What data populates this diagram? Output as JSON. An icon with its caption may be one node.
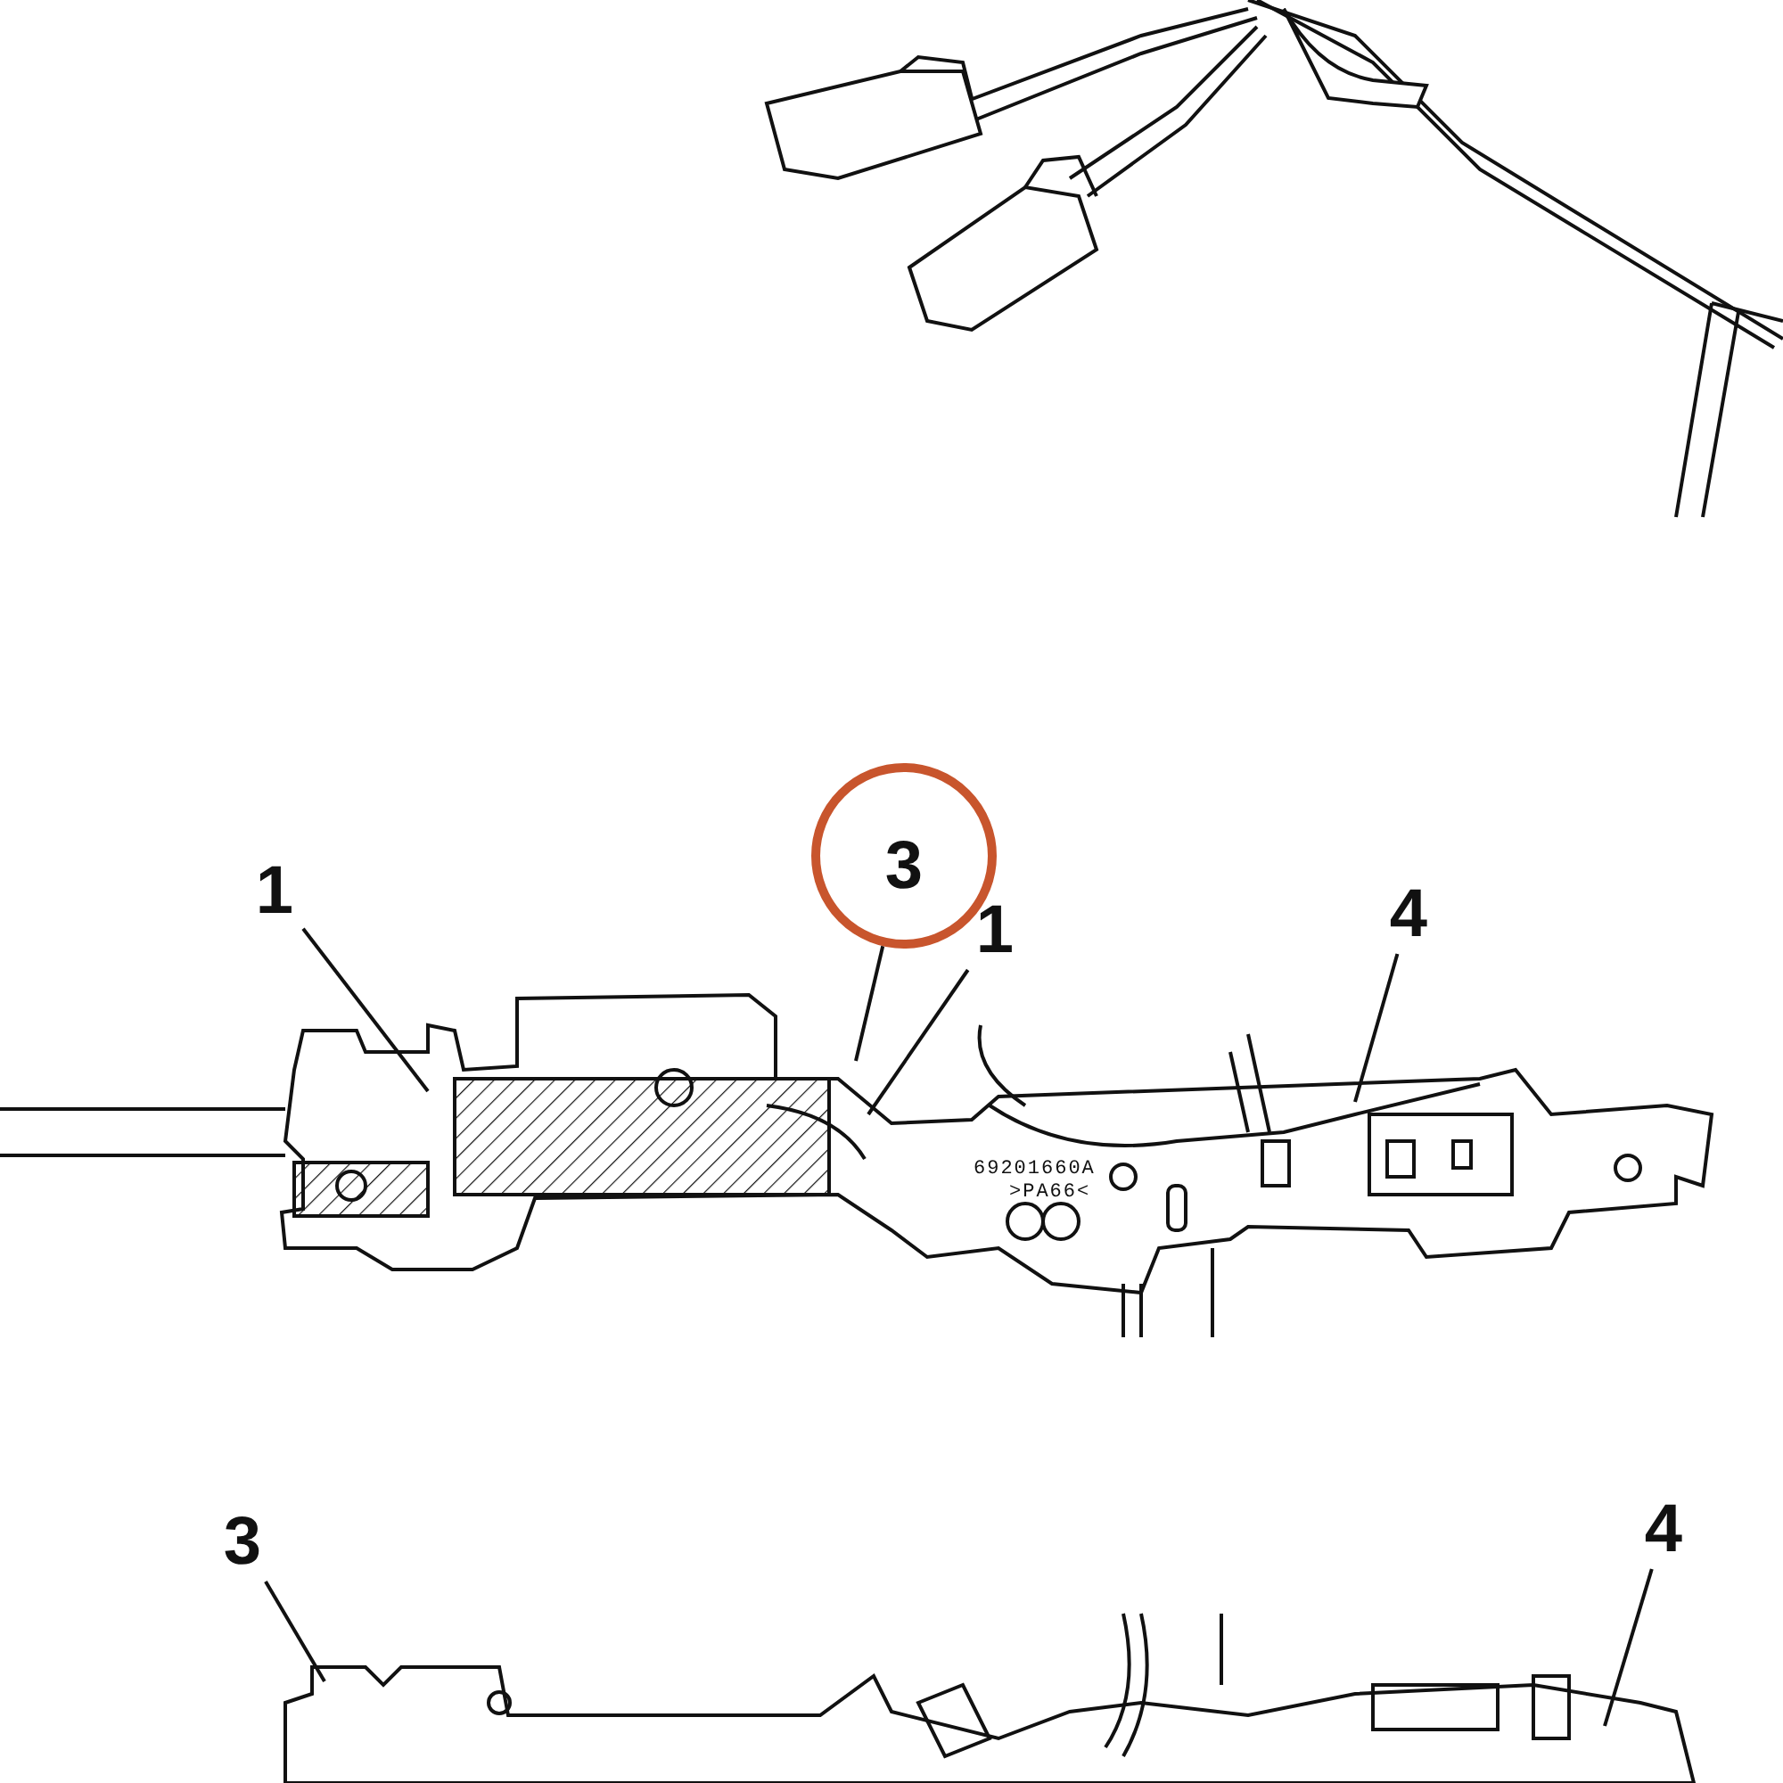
{
  "diagram": {
    "nodes": [
      {
        "text": [
          "1"
        ]
      },
      {
        "text": [
          "3"
        ]
      },
      {
        "text": [
          "1"
        ]
      },
      {
        "text": [
          "4"
        ]
      },
      {
        "text": [
          "3"
        ]
      },
      {
        "text": [
          "4"
        ]
      }
    ],
    "edges": [
      {
        "from": 0,
        "to": null,
        "arrow": "none"
      },
      {
        "from": 1,
        "to": null,
        "arrow": "none"
      },
      {
        "from": 2,
        "to": null,
        "arrow": "none"
      },
      {
        "from": 3,
        "to": null,
        "arrow": "none"
      },
      {
        "from": 4,
        "to": null,
        "arrow": "none"
      },
      {
        "from": 5,
        "to": null,
        "arrow": "none"
      }
    ],
    "labels": [
      "69201660A",
      ">PA66<"
    ]
  }
}
